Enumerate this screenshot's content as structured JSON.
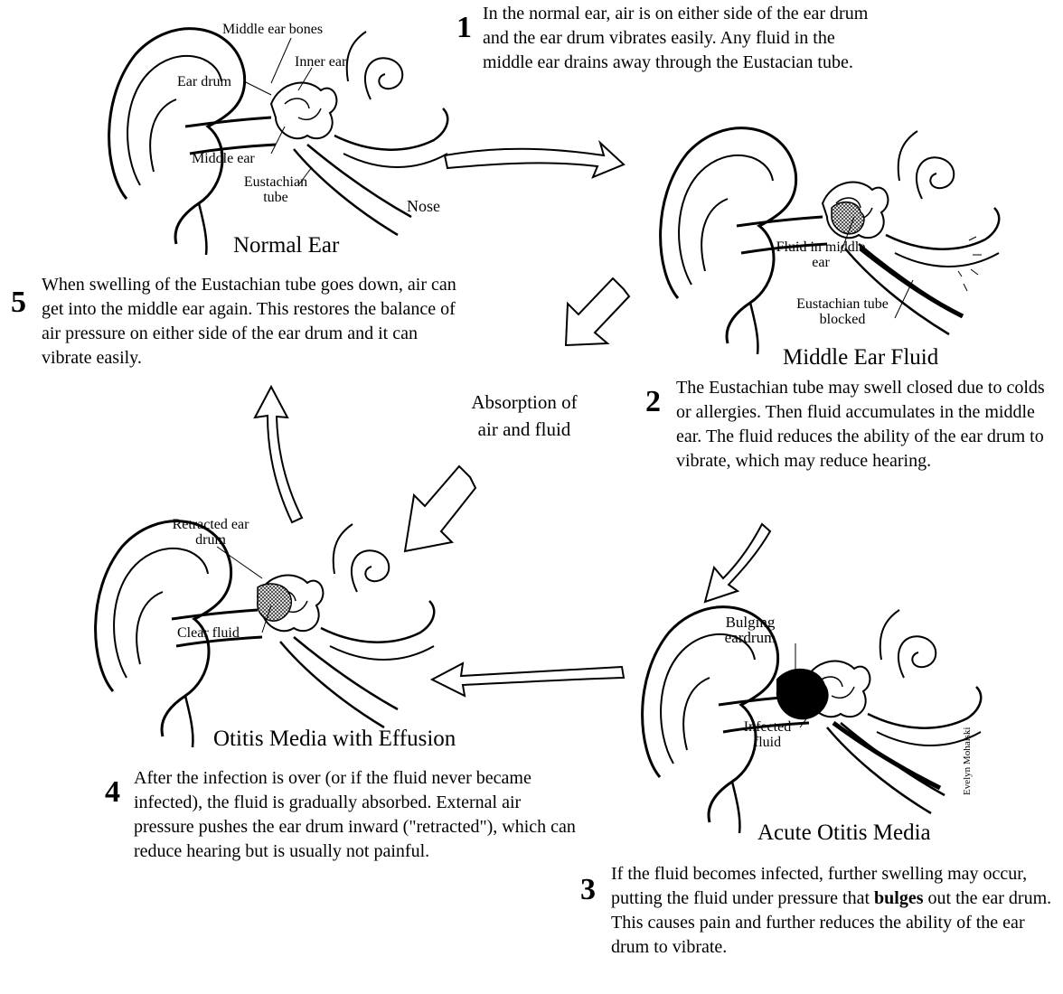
{
  "stages": [
    {
      "number": "1",
      "title": "Normal Ear",
      "text": "In the normal ear, air is on either side of the ear drum and the ear drum vibrates easily.  Any fluid in the middle ear drains away through the Eustacian tube.",
      "labels": [
        "Middle ear bones",
        "Inner ear",
        "Ear drum",
        "Middle ear",
        "Eustachian tube",
        "Nose"
      ]
    },
    {
      "number": "2",
      "title": "Middle Ear Fluid",
      "text": "The Eustachian tube may swell closed due to colds or allergies.  Then fluid accumulates in the middle ear.  The fluid reduces the ability of the ear drum to vibrate, which may reduce hearing.",
      "labels": [
        "Fluid in middle ear",
        "Eustachian tube blocked"
      ]
    },
    {
      "number": "3",
      "title": "Acute Otitis Media",
      "text_before": "If the fluid becomes infected, further swelling may occur, putting the fluid under pressure that ",
      "text_bold": "bulges",
      "text_after": " out the ear drum.  This causes pain and further reduces the ability of the ear drum to vibrate.",
      "labels": [
        "Bulging eardrum",
        "Infected fluid"
      ]
    },
    {
      "number": "4",
      "title": "Otitis Media with Effusion",
      "text": "After the infection is over (or if the fluid never became infected), the fluid is gradually absorbed.  External air pressure pushes the ear drum inward (\"retracted\"), which can reduce hearing but is usually not painful.",
      "labels": [
        "Retracted ear drum",
        "Clear fluid"
      ]
    },
    {
      "number": "5",
      "text": "When swelling of the Eustachian tube goes down, air can get into the middle ear again. This restores the balance of air pressure on either side of the ear drum and it can vibrate easily."
    }
  ],
  "center_label": "Absorption of air and fluid",
  "signature": "Evelyn Mohalski",
  "colors": {
    "ink": "#000000",
    "background": "#ffffff",
    "fluid_hatch": "#555555"
  }
}
